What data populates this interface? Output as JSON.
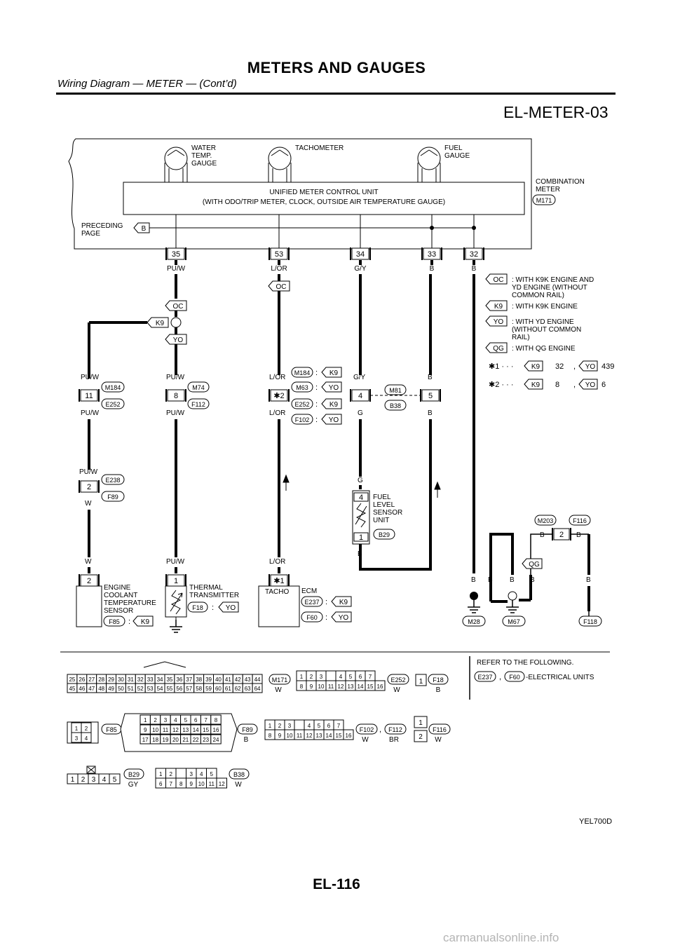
{
  "header": {
    "title": "METERS AND GAUGES",
    "subtitle": "Wiring Diagram — METER — (Cont’d)"
  },
  "diagram_id": "EL-METER-03",
  "figure_code": "YEL700D",
  "page_number": "EL-116",
  "watermark": "carmanualsonline.info",
  "meter": {
    "gauges": [
      {
        "label": [
          "WATER",
          "TEMP.",
          "GAUGE"
        ]
      },
      {
        "label": [
          "TACHOMETER"
        ]
      },
      {
        "label": [
          "FUEL",
          "GAUGE"
        ]
      }
    ],
    "control_unit": [
      "UNIFIED METER CONTROL UNIT",
      "(WITH ODO/TRIP METER, CLOCK, OUTSIDE AIR TEMPERATURE GAUGE)"
    ],
    "name": [
      "COMBINATION",
      "METER"
    ],
    "connector": "M171",
    "preceding": [
      "PRECEDING",
      "PAGE"
    ],
    "preceding_wire": "B",
    "pins": [
      "35",
      "53",
      "34",
      "33",
      "32"
    ],
    "pin_colors": [
      "PU/W",
      "L/OR",
      "G/Y",
      "B",
      "B"
    ]
  },
  "legend": [
    {
      "tag": "OC",
      "text": [
        ": WITH K9K ENGINE AND",
        "YD ENGINE (WITHOUT",
        "COMMON RAIL)"
      ]
    },
    {
      "tag": "K9",
      "text": [
        ": WITH K9K ENGINE"
      ]
    },
    {
      "tag": "YO",
      "text": [
        ": WITH YD ENGINE",
        "(WITHOUT COMMON",
        "RAIL)"
      ]
    },
    {
      "tag": "QG",
      "text": [
        ": WITH QG ENGINE"
      ]
    }
  ],
  "notes": [
    {
      "star": "✱1 · · ·",
      "k9": "32",
      "yo": "439"
    },
    {
      "star": "✱2 · · ·",
      "k9": "8",
      "yo": "6"
    }
  ],
  "circuit": {
    "tags": {
      "oc": "OC",
      "k9": "K9",
      "yo": "YO",
      "qg": "QG"
    },
    "colon": ":",
    "comma": ",",
    "coolant": {
      "pin_top": "11",
      "wire_upper": "PU/W",
      "wire_mid": "PU/W",
      "conn_a": "M184",
      "conn_b": "E252",
      "pin2": "2",
      "conn_c": "E238",
      "conn_d": "F89",
      "wire_w": "W",
      "wire_w2": "W",
      "sensor_pin": "2",
      "name": [
        "ENGINE",
        "COOLANT",
        "TEMPERATURE",
        "SENSOR"
      ],
      "conn": "F85"
    },
    "thermal": {
      "wire": "PU/W",
      "wire2": "PU/W",
      "wire3": "PU/W",
      "pin": "8",
      "conn_a": "M74",
      "conn_b": "F112",
      "sensor_pin": "1",
      "name": [
        "THERMAL",
        "TRANSMITTER"
      ],
      "conn": "F18"
    },
    "tacho": {
      "wire": "L/OR",
      "wire2": "L/OR",
      "wire3": "L/OR",
      "wire4": "L/OR",
      "pin": "✱2",
      "conn_rows": [
        "M184",
        "M63",
        "E252",
        "F102"
      ],
      "ecm_pin": "✱1",
      "ecm_label": "TACHO",
      "ecm": "ECM",
      "ecm_conns": [
        "E237",
        "F60"
      ]
    },
    "fuel": {
      "wire": "G/Y",
      "wire2": "G/Y",
      "wire3": "G",
      "wire4": "G",
      "pin": "4",
      "pin_b": "5",
      "conn_a": "M81",
      "conn_b": "B38",
      "wire_b": "B",
      "wire_b2": "B",
      "unit_pins": [
        "4",
        "1"
      ],
      "name": [
        "FUEL",
        "LEVEL",
        "SENSOR",
        "UNIT"
      ],
      "conn": "B29",
      "wire_bottom": "B"
    },
    "ground": {
      "wires": [
        "B",
        "B",
        "B",
        "B",
        "B"
      ],
      "conn_a": "M203",
      "conn_b": "F116",
      "pin": "2",
      "wire_l": "B",
      "wire_r": "B",
      "grounds": [
        "M28",
        "M67",
        "F118"
      ]
    }
  },
  "connectors_panel": {
    "m171": {
      "row1": [
        "25",
        "26",
        "27",
        "28",
        "29",
        "30",
        "31",
        "32",
        "33",
        "34",
        "35",
        "36",
        "37",
        "38",
        "39",
        "40",
        "41",
        "42",
        "43",
        "44"
      ],
      "row2": [
        "45",
        "46",
        "47",
        "48",
        "49",
        "50",
        "51",
        "52",
        "53",
        "54",
        "55",
        "56",
        "57",
        "58",
        "59",
        "60",
        "61",
        "62",
        "63",
        "64"
      ],
      "id": "M171",
      "color": "W"
    },
    "e252": {
      "row1": [
        "1",
        "2",
        "3",
        "",
        "4",
        "5",
        "6",
        "7"
      ],
      "row2": [
        "8",
        "9",
        "10",
        "11",
        "12",
        "13",
        "14",
        "15",
        "16"
      ],
      "id": "E252",
      "color": "W"
    },
    "f18": {
      "pins": [
        "1"
      ],
      "id": "F18",
      "color": "B"
    },
    "refer": {
      "title": "REFER TO THE FOLLOWING.",
      "conns": [
        "E237",
        "F60"
      ],
      "comma": ",",
      "text": "-ELECTRICAL UNITS"
    },
    "f85": {
      "row1": [
        "1",
        "2"
      ],
      "row2": [
        "3",
        "4"
      ],
      "id": "F85"
    },
    "f89": {
      "row1": [
        "1",
        "2",
        "3",
        "4",
        "5",
        "6",
        "7",
        "8"
      ],
      "row2": [
        "9",
        "10",
        "11",
        "12",
        "13",
        "14",
        "15",
        "16"
      ],
      "row3": [
        "17",
        "18",
        "19",
        "20",
        "21",
        "22",
        "23",
        "24"
      ],
      "id": "F89",
      "color": "B"
    },
    "f102": {
      "row1": [
        "1",
        "2",
        "3",
        "",
        "4",
        "5",
        "6",
        "7"
      ],
      "row2": [
        "8",
        "9",
        "10",
        "11",
        "12",
        "13",
        "14",
        "15",
        "16"
      ],
      "id": "F102",
      "color": "W",
      "id2": "F112",
      "color2": "BR",
      "comma": ","
    },
    "f116": {
      "pins": [
        "1",
        "2"
      ],
      "id": "F116",
      "color": "W"
    },
    "b29": {
      "pins": [
        "1",
        "2",
        "3",
        "4",
        "5"
      ],
      "id": "B29",
      "color": "GY"
    },
    "b38": {
      "row1": [
        "1",
        "2",
        "",
        "3",
        "4",
        "5"
      ],
      "row2": [
        "6",
        "7",
        "8",
        "9",
        "10",
        "11",
        "12"
      ],
      "id": "B38",
      "color": "W"
    }
  }
}
